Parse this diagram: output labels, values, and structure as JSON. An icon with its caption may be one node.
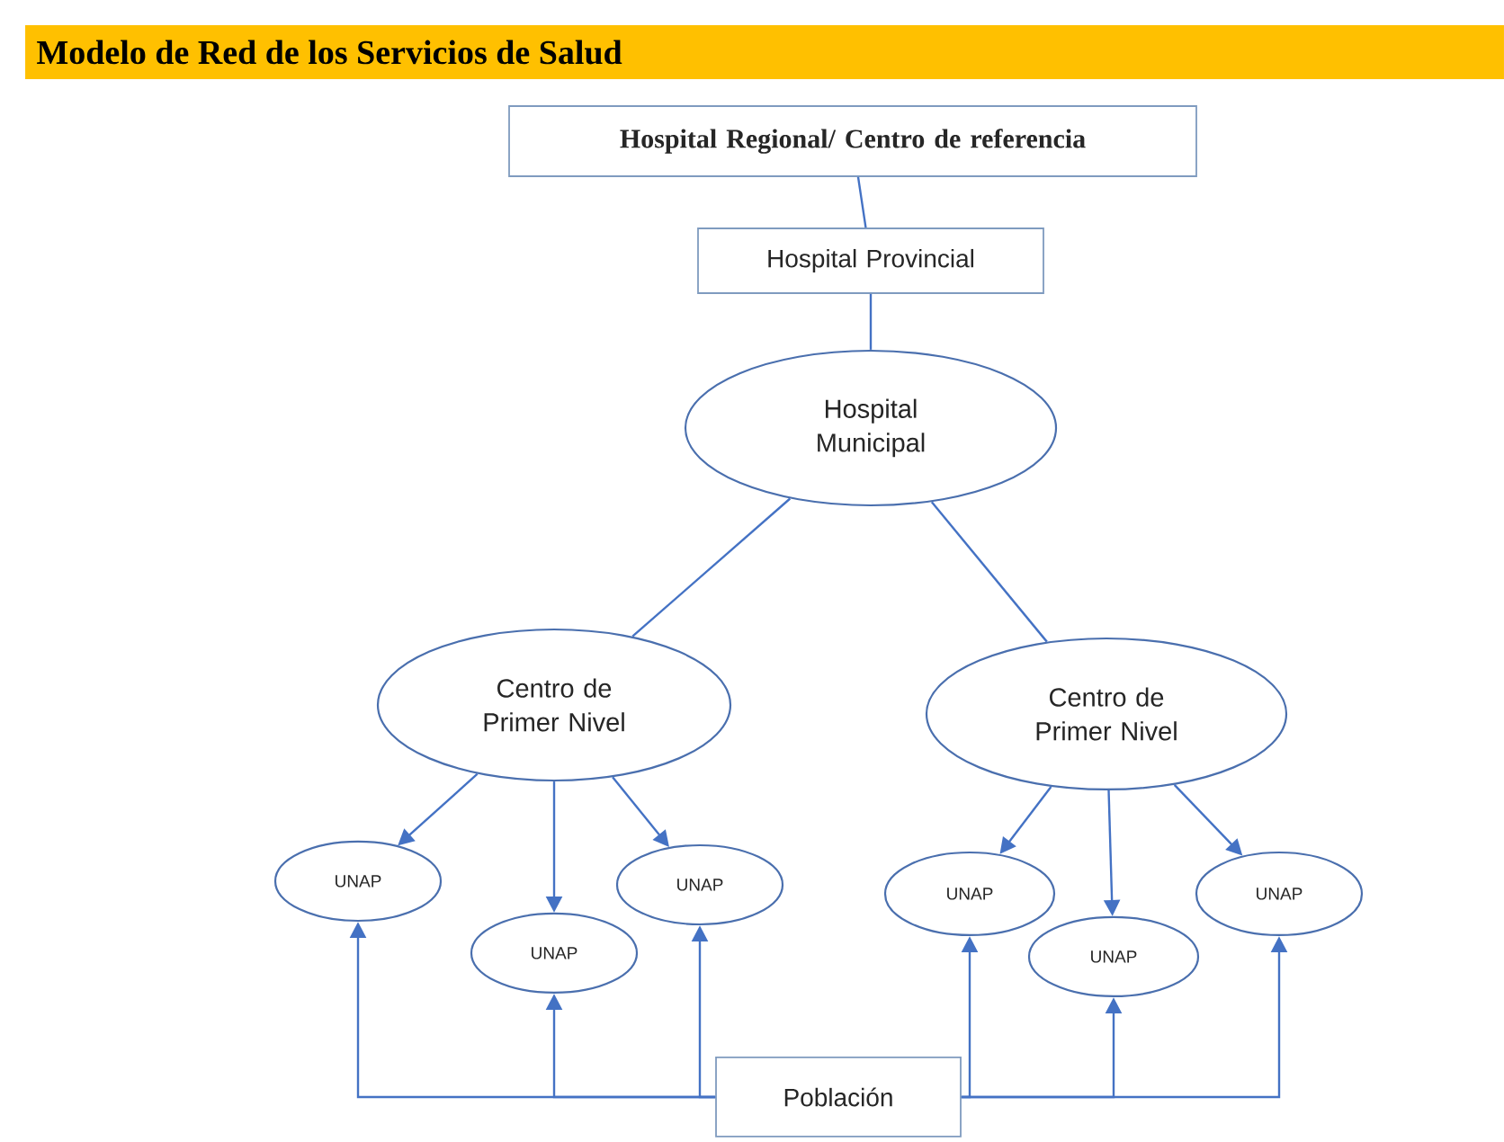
{
  "diagram": {
    "title": "Modelo de Red de los Servicios de Salud",
    "nodes": [
      {
        "text": [
          "Hospital Regional/ Centro de referencia"
        ]
      },
      {
        "text": [
          "Hospital Provincial"
        ]
      },
      {
        "text": [
          "Hospital Municipal"
        ]
      },
      {
        "text": [
          "Centro de Primer Nivel"
        ]
      },
      {
        "text": [
          "Centro de Primer Nivel"
        ]
      },
      {
        "text": [
          "UNAP"
        ]
      },
      {
        "text": [
          "UNAP"
        ]
      },
      {
        "text": [
          "UNAP"
        ]
      },
      {
        "text": [
          "UNAP"
        ]
      },
      {
        "text": [
          "UNAP"
        ]
      },
      {
        "text": [
          "UNAP"
        ]
      },
      {
        "text": [
          "Población"
        ]
      }
    ],
    "edges": [
      {
        "from": 0,
        "to": 1,
        "arrow": "none"
      },
      {
        "from": 1,
        "to": 2,
        "arrow": "none"
      },
      {
        "from": 2,
        "to": 3,
        "arrow": "none"
      },
      {
        "from": 2,
        "to": 4,
        "arrow": "none"
      },
      {
        "from": 3,
        "to": 5,
        "arrow": "to"
      },
      {
        "from": 3,
        "to": 6,
        "arrow": "to"
      },
      {
        "from": 3,
        "to": 7,
        "arrow": "to"
      },
      {
        "from": 4,
        "to": 8,
        "arrow": "to"
      },
      {
        "from": 4,
        "to": 9,
        "arrow": "to"
      },
      {
        "from": 4,
        "to": 10,
        "arrow": "to"
      },
      {
        "from": 11,
        "to": 5,
        "arrow": "to"
      },
      {
        "from": 11,
        "to": 6,
        "arrow": "to"
      },
      {
        "from": 11,
        "to": 7,
        "arrow": "to"
      },
      {
        "from": 11,
        "to": 8,
        "arrow": "to"
      },
      {
        "from": 11,
        "to": 9,
        "arrow": "to"
      },
      {
        "from": 11,
        "to": 10,
        "arrow": "to"
      }
    ]
  }
}
